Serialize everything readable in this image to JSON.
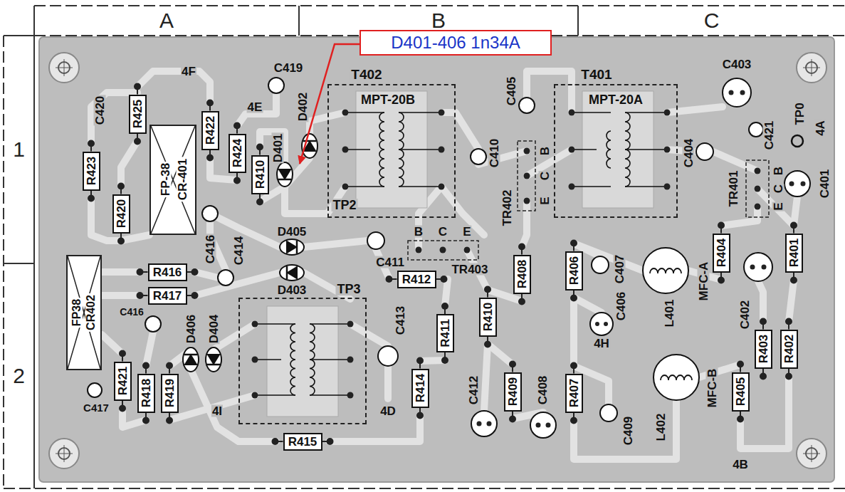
{
  "diagram": {
    "nodes": [
      {
        "text": [
          "A"
        ]
      },
      {
        "text": [
          "B"
        ]
      },
      {
        "text": [
          "C"
        ]
      },
      {
        "text": [
          "1"
        ]
      },
      {
        "text": [
          "2"
        ]
      },
      {
        "text": [
          "D401-406 1n34A"
        ]
      },
      {
        "text": [
          "R423"
        ]
      },
      {
        "text": [
          "R425"
        ]
      },
      {
        "text": [
          "R422"
        ]
      },
      {
        "text": [
          "R424"
        ]
      },
      {
        "text": [
          "R410"
        ]
      },
      {
        "text": [
          "FP-38",
          "CR-401"
        ]
      },
      {
        "text": [
          "R420"
        ]
      },
      {
        "text": [
          "T402",
          "MPT-20B",
          "TP2"
        ]
      },
      {
        "text": [
          "T401",
          "MPT-20A"
        ]
      },
      {
        "text": [
          "R404"
        ]
      },
      {
        "text": [
          "R401"
        ]
      },
      {
        "text": [
          "R416"
        ]
      },
      {
        "text": [
          "R417"
        ]
      },
      {
        "text": [
          "R412"
        ]
      },
      {
        "text": [
          "R408"
        ]
      },
      {
        "text": [
          "R406"
        ]
      },
      {
        "text": [
          "FP38",
          "CR402"
        ]
      },
      {
        "text": [
          "TP3"
        ]
      },
      {
        "text": [
          "R411"
        ]
      },
      {
        "text": [
          "R410"
        ]
      },
      {
        "text": [
          "R403"
        ]
      },
      {
        "text": [
          "R402"
        ]
      },
      {
        "text": [
          "R421"
        ]
      },
      {
        "text": [
          "R418"
        ]
      },
      {
        "text": [
          "R419"
        ]
      },
      {
        "text": [
          "R414"
        ]
      },
      {
        "text": [
          "R409"
        ]
      },
      {
        "text": [
          "R407"
        ]
      },
      {
        "text": [
          "R405"
        ]
      },
      {
        "text": [
          "R415"
        ]
      }
    ],
    "labels": [
      "C419",
      "4F",
      "C420",
      "4E",
      "D402",
      "C405",
      "C403",
      "C421",
      "TP0",
      "4A",
      "D401",
      "C410",
      "B",
      "C",
      "E",
      "C404",
      "TR401",
      "B",
      "C",
      "E",
      "C401",
      "TR402",
      "C416",
      "C414",
      "D405",
      "B",
      "C",
      "E",
      "C411",
      "TR403",
      "C407",
      "MFC-A",
      "L401",
      "D403",
      "C416",
      "C402",
      "C413",
      "C406",
      "4H",
      "D406",
      "D404",
      "MFC-B",
      "C417",
      "4I",
      "4D",
      "C412",
      "C408",
      "C409",
      "L402",
      "4B"
    ]
  }
}
